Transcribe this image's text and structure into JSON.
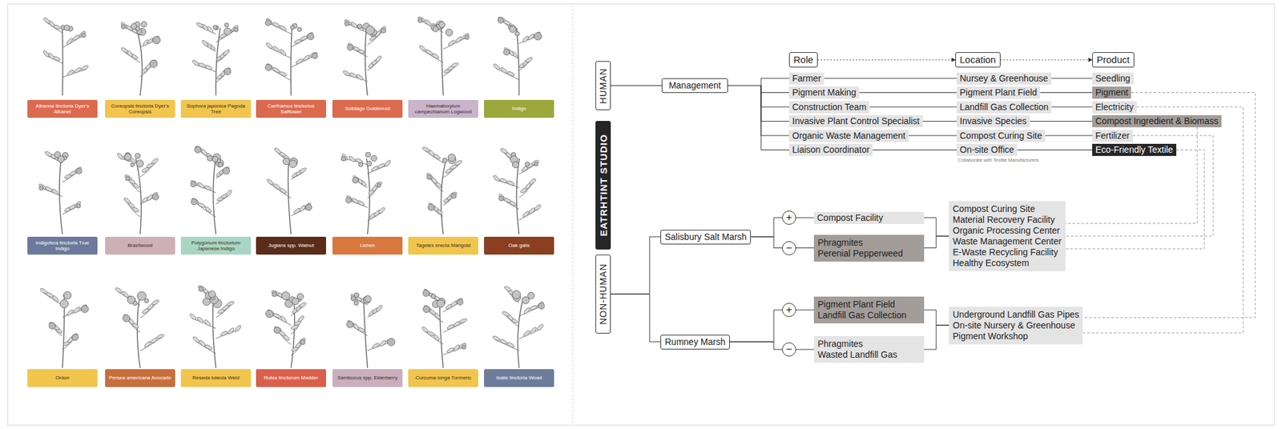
{
  "diagram": {
    "nodes": [
      {
        "text": [
          "Alkanna tinctoria Dyer's Alkanet"
        ]
      },
      {
        "text": [
          "Coreopsis tinctoria Dyer's Coreopsis"
        ]
      },
      {
        "text": [
          "Sophora japonica Pagoda Tree"
        ]
      },
      {
        "text": [
          "Carthamus tinctorius Safflower"
        ]
      },
      {
        "text": [
          "Solidago Goldenrod"
        ]
      },
      {
        "text": [
          "Haematoxylum campechianum Logwood"
        ]
      },
      {
        "text": [
          "Indigo"
        ]
      },
      {
        "text": [
          "Indigofera tinctoria True Indigo"
        ]
      },
      {
        "text": [
          "Brazilwood"
        ]
      },
      {
        "text": [
          "Polygonum tinctorium Japanese Indigo"
        ]
      },
      {
        "text": [
          "Juglans spp. Walnut"
        ]
      },
      {
        "text": [
          "Lichen"
        ]
      },
      {
        "text": [
          "Tagetes erecta Marigold"
        ]
      },
      {
        "text": [
          "Oak galls"
        ]
      },
      {
        "text": [
          "Onion"
        ]
      },
      {
        "text": [
          "Persea americana Avocado"
        ]
      },
      {
        "text": [
          "Reseda luteola Weld"
        ]
      },
      {
        "text": [
          "Rubia tinctorum Madder"
        ]
      },
      {
        "text": [
          "Sambucus spp. Elderberry"
        ]
      },
      {
        "text": [
          "Curcuma longa Turmeric"
        ]
      },
      {
        "text": [
          "Isatis tinctoria Woad"
        ]
      },
      {
        "text": [
          "HUMAN"
        ]
      },
      {
        "text": [
          "EATRHTINT STUDIO"
        ]
      },
      {
        "text": [
          "NON-HUMAN"
        ]
      },
      {
        "text": [
          "Management"
        ]
      },
      {
        "text": [
          "Role"
        ]
      },
      {
        "text": [
          "Location"
        ]
      },
      {
        "text": [
          "Product"
        ]
      },
      {
        "text": [
          "Farmer"
        ]
      },
      {
        "text": [
          "Pigment Making"
        ]
      },
      {
        "text": [
          "Construction Team"
        ]
      },
      {
        "text": [
          "Invasive Plant Control Specialist"
        ]
      },
      {
        "text": [
          "Organic Waste Management"
        ]
      },
      {
        "text": [
          "Liaison Coordinator"
        ]
      },
      {
        "text": [
          "Nursey & Greenhouse"
        ]
      },
      {
        "text": [
          "Pigment Plant Field"
        ]
      },
      {
        "text": [
          "Landfill Gas Collection"
        ]
      },
      {
        "text": [
          "Invasive Species"
        ]
      },
      {
        "text": [
          "Compost Curing Site"
        ]
      },
      {
        "text": [
          "On-site Office"
        ]
      },
      {
        "text": [
          "Seedling"
        ]
      },
      {
        "text": [
          "Pigment"
        ]
      },
      {
        "text": [
          "Electricity"
        ]
      },
      {
        "text": [
          "Compost Ingredient & Biomass"
        ]
      },
      {
        "text": [
          "Fertilizer"
        ]
      },
      {
        "text": [
          "Eco-Friendly Textile"
        ]
      },
      {
        "text": [
          "Salisbury Salt Marsh"
        ]
      },
      {
        "text": [
          "+"
        ]
      },
      {
        "text": [
          "−"
        ]
      },
      {
        "text": [
          "Compost Facility"
        ]
      },
      {
        "text": [
          "Phragmites",
          "Perenial Pepperweed"
        ]
      },
      {
        "text": [
          "Compost Curing Site",
          "Material Recovery Facility",
          "Organic Processing Center",
          "Waste Management Center",
          "E-Waste Recycling Facility",
          "Healthy Ecosystem"
        ]
      },
      {
        "text": [
          "Rumney Marsh"
        ]
      },
      {
        "text": [
          "+"
        ]
      },
      {
        "text": [
          "−"
        ]
      },
      {
        "text": [
          "Pigment Plant Field",
          "Landfill Gas Collection"
        ]
      },
      {
        "text": [
          "Phragmites",
          "Wasted Landfill Gas"
        ]
      },
      {
        "text": [
          "Underground Landfill Gas Pipes",
          "On-site Nursery & Greenhouse",
          "Pigment Workshop"
        ]
      }
    ],
    "edges": [
      {
        "from": 21,
        "to": 24,
        "arrow": "none"
      },
      {
        "from": 23,
        "to": 46,
        "arrow": "none"
      },
      {
        "from": 23,
        "to": 52,
        "arrow": "none"
      },
      {
        "from": 24,
        "to": 28,
        "arrow": "none"
      },
      {
        "from": 24,
        "to": 29,
        "arrow": "none"
      },
      {
        "from": 24,
        "to": 30,
        "arrow": "none"
      },
      {
        "from": 24,
        "to": 31,
        "arrow": "none"
      },
      {
        "from": 24,
        "to": 32,
        "arrow": "none"
      },
      {
        "from": 24,
        "to": 33,
        "arrow": "none"
      },
      {
        "from": 25,
        "to": 26,
        "arrow": "to"
      },
      {
        "from": 26,
        "to": 27,
        "arrow": "to"
      },
      {
        "from": 28,
        "to": 34,
        "arrow": "none"
      },
      {
        "from": 29,
        "to": 35,
        "arrow": "none"
      },
      {
        "from": 30,
        "to": 36,
        "arrow": "none"
      },
      {
        "from": 31,
        "to": 37,
        "arrow": "none"
      },
      {
        "from": 32,
        "to": 38,
        "arrow": "none"
      },
      {
        "from": 33,
        "to": 39,
        "arrow": "none"
      },
      {
        "from": 34,
        "to": 40,
        "arrow": "none"
      },
      {
        "from": 35,
        "to": 41,
        "arrow": "none"
      },
      {
        "from": 36,
        "to": 42,
        "arrow": "none"
      },
      {
        "from": 37,
        "to": 43,
        "arrow": "none"
      },
      {
        "from": 38,
        "to": 44,
        "arrow": "none"
      },
      {
        "from": 39,
        "to": 45,
        "arrow": "none"
      },
      {
        "from": 46,
        "to": 47,
        "arrow": "none"
      },
      {
        "from": 46,
        "to": 48,
        "arrow": "none"
      },
      {
        "from": 47,
        "to": 49,
        "arrow": "none"
      },
      {
        "from": 48,
        "to": 50,
        "arrow": "none"
      },
      {
        "from": 49,
        "to": 51,
        "arrow": "none"
      },
      {
        "from": 50,
        "to": 51,
        "arrow": "none"
      },
      {
        "from": 52,
        "to": 53,
        "arrow": "none"
      },
      {
        "from": 52,
        "to": 54,
        "arrow": "none"
      },
      {
        "from": 53,
        "to": 55,
        "arrow": "none"
      },
      {
        "from": 54,
        "to": 56,
        "arrow": "none"
      },
      {
        "from": 55,
        "to": 57,
        "arrow": "none"
      },
      {
        "from": 56,
        "to": 57,
        "arrow": "none"
      },
      {
        "from": 41,
        "to": 57,
        "arrow": "none"
      },
      {
        "from": 42,
        "to": 57,
        "arrow": "none"
      },
      {
        "from": 43,
        "to": 51,
        "arrow": "none"
      },
      {
        "from": 44,
        "to": 51,
        "arrow": "none"
      },
      {
        "from": 45,
        "to": 51,
        "arrow": "none"
      }
    ],
    "labels": [
      "Collaborate with Textile Manufacturers"
    ]
  }
}
